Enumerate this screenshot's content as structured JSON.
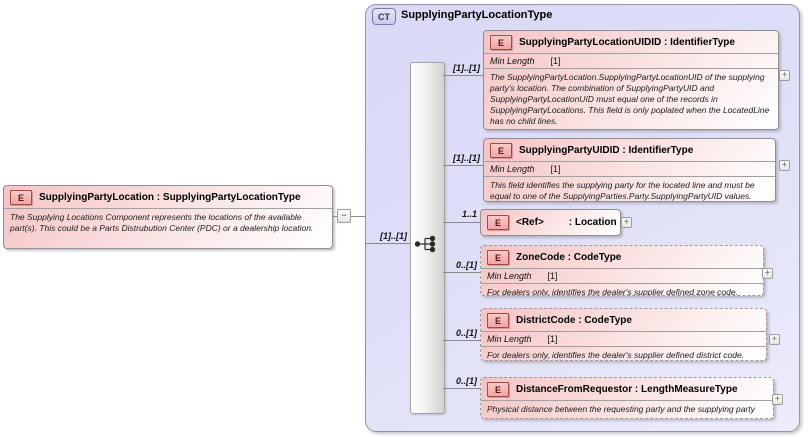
{
  "root_element": {
    "badge": "E",
    "title": "SupplyingPartyLocation : SupplyingPartyLocationType",
    "description": "The Supplying Locations Component represents the locations of the available part(s). This could be a Parts Distrubution Center (PDC) or a dealership location.",
    "collapse_glyph": "−",
    "cardinality_to_type": "[1]..[1]"
  },
  "complex_type": {
    "badge": "CT",
    "title": "SupplyingPartyLocationType",
    "compositor": "sequence"
  },
  "children": [
    {
      "badge": "E",
      "cardinality": "[1]..[1]",
      "title": "SupplyingPartyLocationUIDID : IdentifierType",
      "facet_name": "Min Length",
      "facet_value": "[1]",
      "description": "The SupplyingPartyLocation.SupplyingPartyLocationUID of the supplying party's location. The combination of SupplyingPartyUID and SupplyingPartyLocationUID must equal one of the records in SupplyingPartyLocations. This field is only poplated when the LocatedLine has no child lines.",
      "expand_glyph": "+"
    },
    {
      "badge": "E",
      "cardinality": "[1]..[1]",
      "title": "SupplyingPartyUIDID : IdentifierType",
      "facet_name": "Min Length",
      "facet_value": "[1]",
      "description": "This field identifies the supplying party for the located line and must be equal to one of the SupplyingParties.Party.SupplyingPartyUID values.",
      "expand_glyph": "+"
    },
    {
      "badge": "E",
      "cardinality": "1..1",
      "title": "<Ref>",
      "type_suffix": ": Location",
      "expand_glyph": "+"
    },
    {
      "badge": "E",
      "cardinality": "0..[1]",
      "title": "ZoneCode : CodeType",
      "facet_name": "Min Length",
      "facet_value": "[1]",
      "description": "For dealers only, identifies the dealer's supplier defined zone code.",
      "expand_glyph": "+"
    },
    {
      "badge": "E",
      "cardinality": "0..[1]",
      "title": "DistrictCode : CodeType",
      "facet_name": "Min Length",
      "facet_value": "[1]",
      "description": "For dealers only, identifies the dealer's supplier defined district code.",
      "expand_glyph": "+"
    },
    {
      "badge": "E",
      "cardinality": "0..[1]",
      "title": "DistanceFromRequestor : LengthMeasureType",
      "description": "Physical distance between the requesting party and the supplying party",
      "expand_glyph": "+"
    }
  ]
}
